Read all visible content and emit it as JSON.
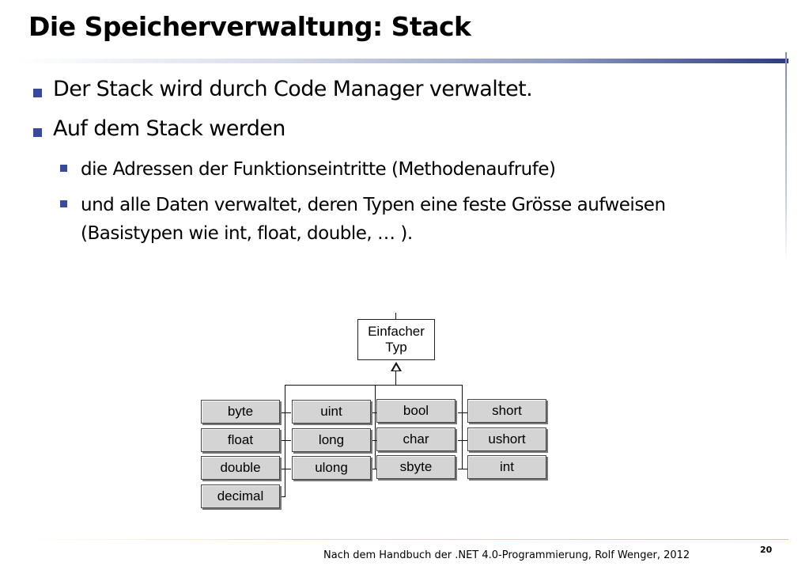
{
  "slide": {
    "title": "Die Speicherverwaltung: Stack",
    "bullets": [
      {
        "text": "Der Stack wird durch Code Manager verwaltet."
      },
      {
        "text": "Auf dem Stack werden",
        "sub": [
          {
            "text": "die Adressen der Funktionseintritte (Methodenaufrufe)"
          },
          {
            "line1": "und alle Daten verwaltet, deren Typen eine feste Grösse aufweisen",
            "line2": "(Basistypen wie int, float, double, … )."
          }
        ]
      }
    ],
    "footer": "Nach dem Handbuch der .NET 4.0-Programmierung, Rolf Wenger, 2012",
    "page_number": "20"
  },
  "diagram": {
    "root": {
      "line1": "Einfacher",
      "line2": "Typ"
    },
    "columns": [
      [
        "byte",
        "float",
        "double",
        "decimal"
      ],
      [
        "uint",
        "long",
        "ulong"
      ],
      [
        "bool",
        "char",
        "sbyte"
      ],
      [
        "short",
        "ushort",
        "int"
      ]
    ]
  },
  "colors": {
    "accent": "#3a4a9a",
    "box_fill": "#d4d4d4"
  }
}
